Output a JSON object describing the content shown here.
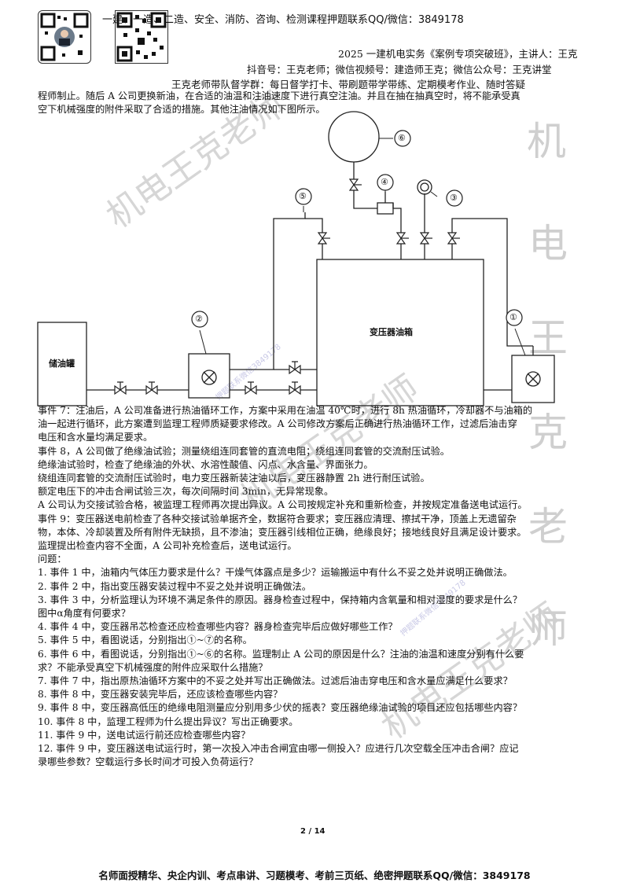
{
  "header": {
    "top_banner": "一建、一造、二造、安全、消防、咨询、检测课程押题联系QQ/微信：3849178",
    "course_line": "2025 一建机电实务《案例专项突破班》，主讲人：王克",
    "social_line": "抖音号：王克老师；微信视频号：建造师王克；微信公众号：王克讲堂",
    "study_line": "王克老师带队督学群：每日督学打卡、带刷题带学带练、定期模考作业、随时答疑"
  },
  "intro_lines": [
    "程师制止。随后 A 公司更换新油，在合适的油温和注油速度下进行真空注油。并且在抽在抽真空时，将不能承受真",
    "空下机械强度的附件采取了合适的措施。其他注油情况如下图所示。"
  ],
  "diagram": {
    "storage_tank_label": "储油罐",
    "transformer_tank_label": "变压器油箱",
    "markers": [
      "①",
      "②",
      "③",
      "④",
      "⑤",
      "⑥"
    ]
  },
  "body_lines": [
    "事件 7：注油后，A 公司准备进行热油循环工作，方案中采用在油温 40℃时，进行 8h 热油循环，冷却器不与油箱的",
    "油一起进行循环，此方案遭到监理工程师质疑要求修改。A 公司修改方案后正确进行热油循环工作，过滤后油击穿",
    "电压和含水量均满足要求。",
    "事件 8，A 公司做了绝缘油试验；测量绕组连同套管的直流电阻；绕组连同套管的交流耐压试验。",
    "绝缘油试验时，检查了绝缘油的外状、水溶性酸值、闪点、水含量、界面张力。",
    "绕组连同套管的交流耐压试验时，电力变压器新装注油以后，变压器静置 2h 进行耐压试验。",
    "额定电压下的冲击合闸试验三次，每次间隔时间 3min，无异常现象。",
    "A 公司认为交接试验合格，被监理工程师再次提出异议。A 公司按规定补充和重新检查，并按规定准备送电试运行。",
    "事件 9：变压器送电前检查了各种交接试验单据齐全，数据符合要求；变压器应清理、擦拭干净，顶盖上无遗留杂",
    "物，本体、冷却装置及所有附件无缺损，且不渗油；变压器引线相位正确，绝缘良好；接地线良好且满足设计要求。",
    "监理提出检查内容不全面，A 公司补充检查后，送电试运行。",
    "问题：",
    "1. 事件 1 中，油箱内气体压力要求是什么？干燥气体露点是多少？运输搬运中有什么不妥之处并说明正确做法。",
    "2. 事件 2 中，指出变压器安装过程中不妥之处并说明正确做法。",
    "3. 事件 3 中，分析监理认为环境不满足条件的原因。器身检查过程中，保持箱内含氧量和相对湿度的要求是什么？",
    "图中α角度有何要求？",
    "4. 事件 4 中，变压器吊芯检查还应检查哪些内容？器身检查完毕后应做好哪些工作？",
    "5. 事件 5 中，看图说话，分别指出①~⑦的名称。",
    "6. 事件 6 中，看图说话，分别指出①~⑥的名称。监理制止 A 公司的原因是什么？注油的油温和速度分别有什么要",
    "求？不能承受真空下机械强度的附件应采取什么措施？",
    "7. 事件 7 中，指出原热油循环方案中的不妥之处并写出正确做法。过滤后油击穿电压和含水量应满足什么要求？",
    "8. 事件 8 中，变压器安装完毕后，还应该检查哪些内容？",
    "9. 事件 8 中，变压器高低压的绝缘电阻测量应分别用多少伏的摇表？变压器绝缘油试验的项目还应包括哪些内容？",
    "10. 事件 8 中，监理工程师为什么提出异议？写出正确要求。",
    "11. 事件 9 中，送电试运行前还应检查哪些内容？",
    "12. 事件 9 中，变压器送电试运行时，第一次投入冲击合闸宜由哪一侧投入？应进行几次空载全压冲击合闸？应记",
    "录哪些参数？空载运行多长时间才可投入负荷运行？"
  ],
  "watermarks": {
    "big": "机电王克老师",
    "vertical": [
      "机",
      "电",
      "王",
      "克",
      "老",
      "师"
    ],
    "small": "押题联系微信3849178"
  },
  "page_number": "2 / 14",
  "footer": "名师面授精华、央企内训、考点串讲、习题模考、考前三页纸、绝密押题联系QQ/微信：3849178"
}
